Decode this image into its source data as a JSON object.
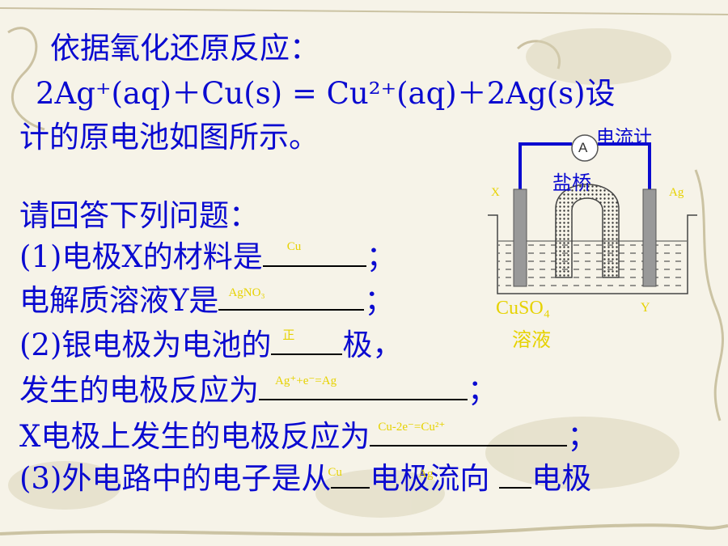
{
  "intro": {
    "line1": "依据氧化还原反应：",
    "line2": "2Ag⁺(aq)＋Cu(s) = Cu²⁺(aq)＋2Ag(s)设",
    "line3": "计的原电池如图所示。"
  },
  "questions": {
    "heading": "请回答下列问题：",
    "q1_prefix": "(1)电极X的材料是",
    "q1_answer": "Cu",
    "q1_suffix": "；",
    "q1b_prefix": "电解质溶液Y是",
    "q1b_answer": "AgNO₃",
    "q1b_suffix": "；",
    "q2_prefix": "(2)银电极为电池的",
    "q2_answer": "正",
    "q2_suffix": "极，",
    "q2b_prefix": "发生的电极反应为",
    "q2b_answer": "Ag⁺+e⁻=Ag",
    "q2b_suffix": "；",
    "q2c_prefix": "X电极上发生的电极反应为",
    "q2c_answer": "Cu-2e⁻=Cu²⁺",
    "q2c_suffix": "；",
    "q3_part1": "(3)外电路中的电子是从",
    "q3_answer1": "Cu",
    "q3_part2": "电极流向",
    "q3_answer2": "Ag",
    "q3_part3": "电极"
  },
  "diagram": {
    "ammeter_label": "电流计",
    "ammeter_symbol": "A",
    "salt_bridge_label": "盐桥",
    "electrode_left": "X",
    "electrode_right": "Ag",
    "solution_left": "CuSO₄",
    "solution_left_name": "溶液",
    "solution_right": "Y"
  },
  "colors": {
    "text": "#0a0ad0",
    "answer": "#e6d200",
    "background": "#f6f3e8"
  }
}
